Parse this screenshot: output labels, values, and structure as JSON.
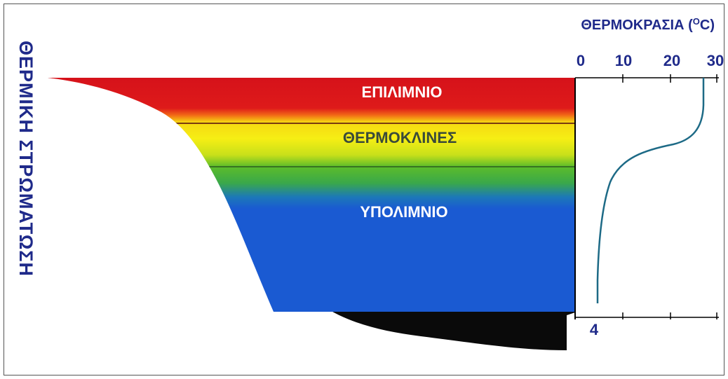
{
  "side_title": "ΘΕΡΜΙΚΗ  ΣΤΡΩΜΑΤΩΣΗ",
  "axis_title": "ΘΕΡΜΟΚΡΑΣΙΑ (",
  "axis_title_sup": "O",
  "axis_title_tail": "C)",
  "tick_labels": [
    "0",
    "10",
    "20",
    "30"
  ],
  "bottom_value_label": "4",
  "layers": {
    "epilimnion": "ΕΠΙΛΙΜΝΙΟ",
    "thermocline": "ΘΕΡΜΟΚΛΙΝΕΣ",
    "hypolimnion": "ΥΠΟΛΙΜΝΙΟ"
  },
  "colors": {
    "epilimnion": "#d8121a",
    "thermocline": "#f2ea12",
    "hypolimnion": "#1a5ad2",
    "lakebed": "#0a0a0a",
    "axis_text": "#1f2a8a",
    "profile_line": "#1d6a86"
  }
}
